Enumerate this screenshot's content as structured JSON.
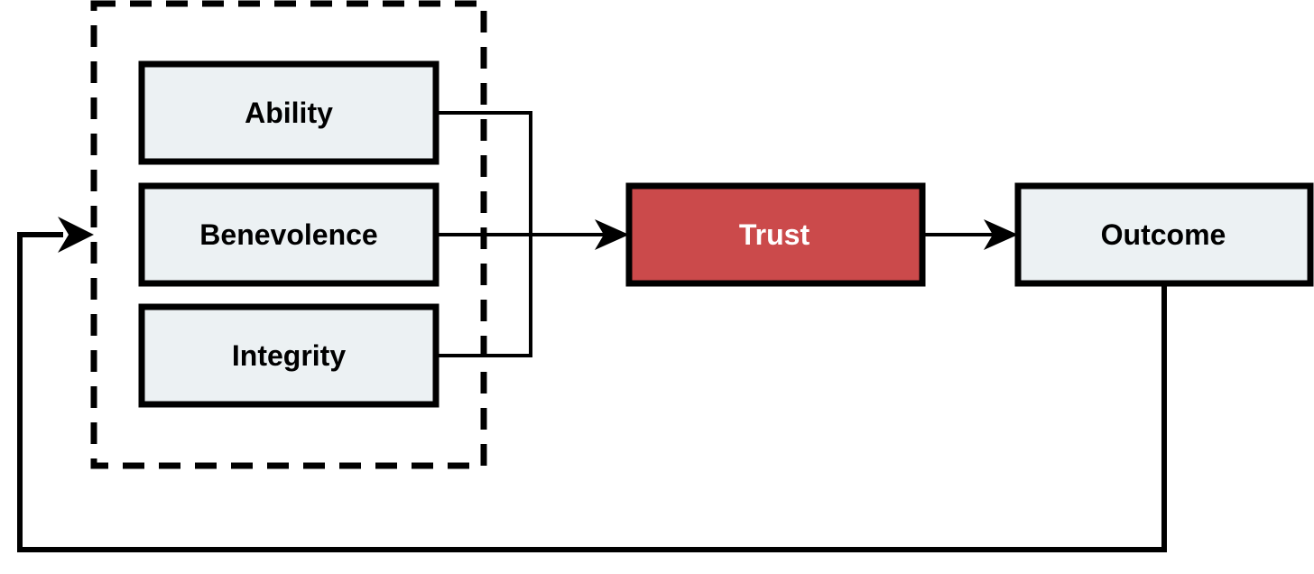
{
  "nodes": {
    "ability": "Ability",
    "benevolence": "Benevolence",
    "integrity": "Integrity",
    "trust": "Trust",
    "outcome": "Outcome"
  },
  "colors": {
    "factor_fill": "#ECF1F3",
    "trust_fill": "#CB4A4B",
    "trust_text": "#FFFFFF",
    "stroke": "#000000",
    "text": "#000000"
  }
}
